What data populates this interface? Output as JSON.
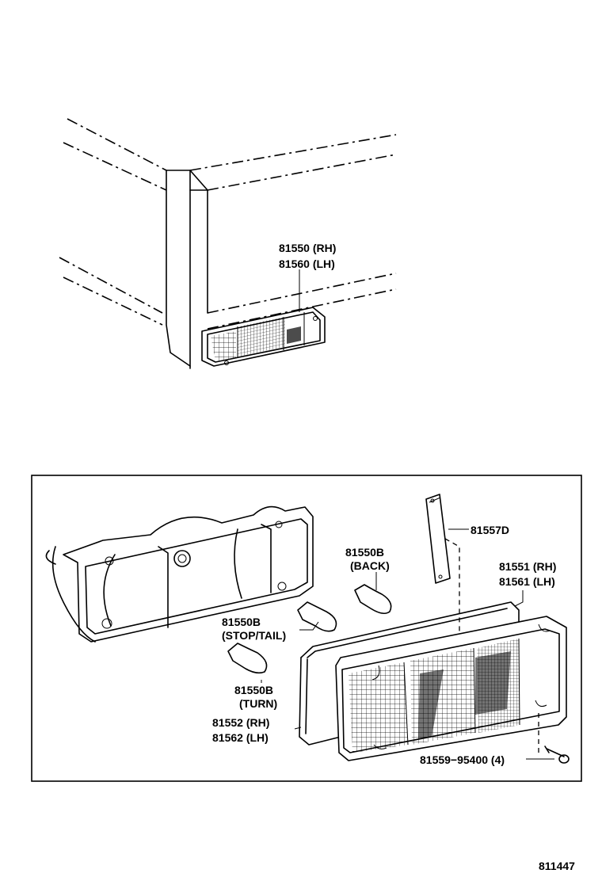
{
  "labels": {
    "top_rh": "81550 (RH)",
    "top_lh": "81560 (LH)",
    "p81557d": "81557D",
    "back_no": "81550B",
    "back_text": "(BACK)",
    "lens_rh": "81551 (RH)",
    "lens_lh": "81561 (LH)",
    "stop_no": "81550B",
    "stop_text": "(STOP/TAIL)",
    "turn_no": "81550B",
    "turn_text": "(TURN)",
    "gasket_rh": "81552 (RH)",
    "gasket_lh": "81562 (LH)",
    "screw": "81559−95400 (4)",
    "diagram_no": "811447"
  }
}
